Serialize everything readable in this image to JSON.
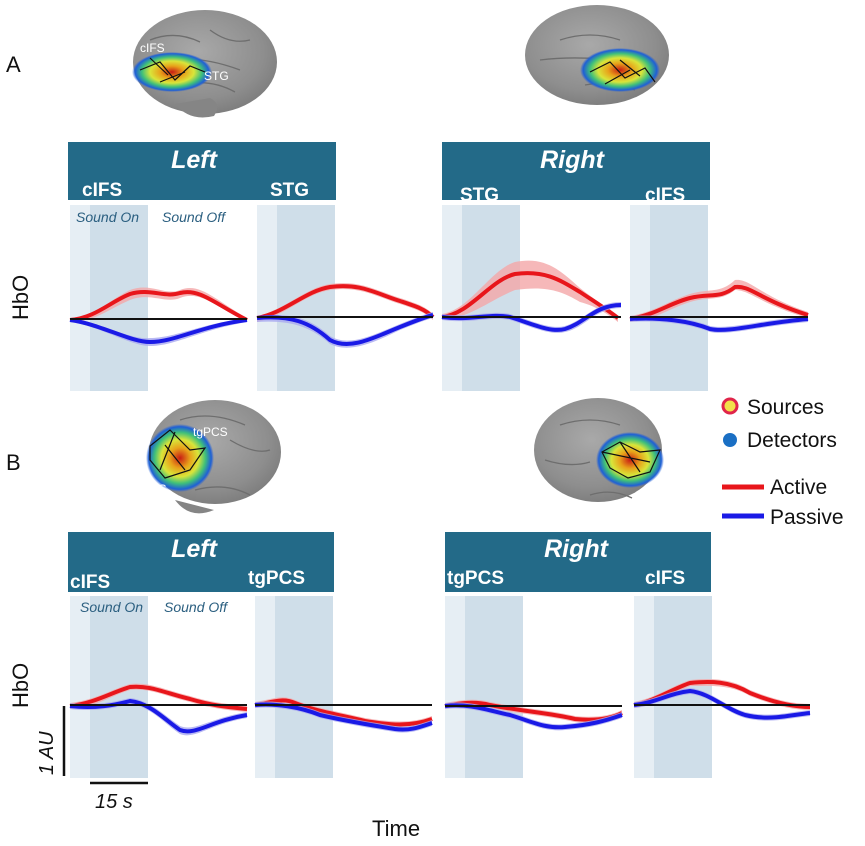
{
  "panel_a": {
    "letter": "A",
    "groups": [
      {
        "title": "Left",
        "regions": [
          "cIFS",
          "STG"
        ]
      },
      {
        "title": "Right",
        "regions": [
          "STG",
          "cIFS"
        ]
      }
    ],
    "phase_labels": [
      "Sound On",
      "Sound Off"
    ],
    "brain_labels_left": [
      "cIFS",
      "STG"
    ],
    "ylabel": "HbO"
  },
  "panel_b": {
    "letter": "B",
    "groups": [
      {
        "title": "Left",
        "regions": [
          "cIFS",
          "tgPCS"
        ]
      },
      {
        "title": "Right",
        "regions": [
          "tgPCS",
          "cIFS"
        ]
      }
    ],
    "phase_labels": [
      "Sound On",
      "Sound Off"
    ],
    "brain_labels_left": [
      "tgPCS",
      "cIFS"
    ],
    "ylabel": "HbO"
  },
  "legend": {
    "sources": "Sources",
    "detectors": "Detectors",
    "active": "Active",
    "passive": "Passive"
  },
  "scale": {
    "y": "1 AU",
    "x": "15 s"
  },
  "xlabel": "Time",
  "colors": {
    "header": "#236a88",
    "active": "#e8161b",
    "passive": "#1a1ae6",
    "shade_light": "#e6eef4",
    "shade_dark": "#cfdee9"
  }
}
